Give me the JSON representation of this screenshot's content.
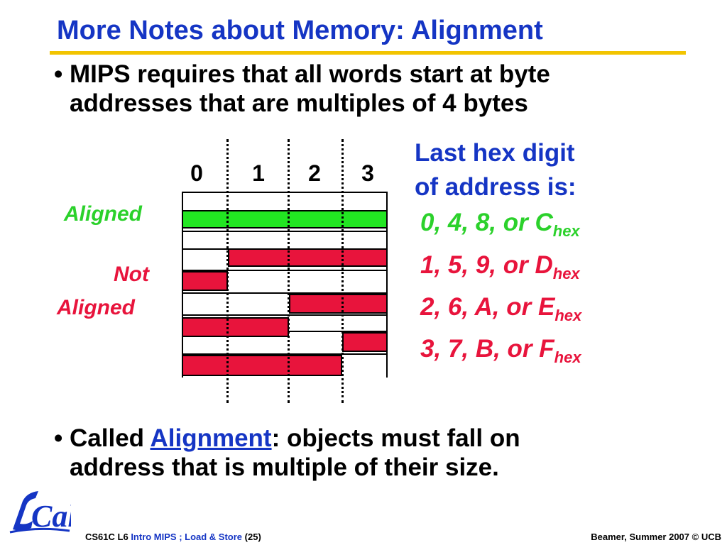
{
  "slide": {
    "title": "More Notes about Memory: Alignment",
    "bullet1": {
      "line1": "MIPS requires that all words start at byte",
      "line2": "addresses that are multiples of 4 bytes"
    },
    "bullet2": {
      "pre": "Called ",
      "term": "Alignment",
      "post": ": objects must fall on",
      "line2": "address that is multiple of  their size."
    }
  },
  "diagram": {
    "columns": [
      "0",
      "1",
      "2",
      "3"
    ],
    "aligned_label": "Aligned",
    "not_label_line1": "Not",
    "not_label_line2": "Aligned",
    "colors": {
      "aligned": "#22e622",
      "not_aligned": "#e8143c"
    }
  },
  "hex_list": {
    "heading_line1": "Last hex digit",
    "heading_line2": "of address is:",
    "rows": [
      {
        "text": "0, 4, 8, or C",
        "sub": "hex"
      },
      {
        "text": "1, 5, 9, or D",
        "sub": "hex"
      },
      {
        "text": "2, 6, A, or E",
        "sub": "hex"
      },
      {
        "text": "3, 7, B, or F",
        "sub": "hex"
      }
    ]
  },
  "footer": {
    "course": "CS61C L6 ",
    "lecture": "Intro MIPS ; Load & Store",
    "page": " (25)",
    "credit": "Beamer, Summer 2007 © UCB"
  },
  "logo": {
    "text": "Cal"
  }
}
